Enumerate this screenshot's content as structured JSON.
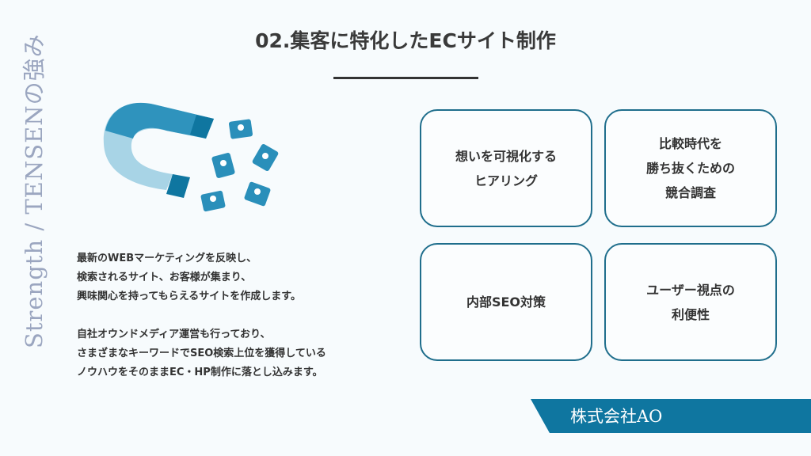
{
  "side_label": "Strength / TENSENの強み",
  "title": "02.集客に特化したECサイト制作",
  "body": {
    "paragraph1": [
      "最新のWEBマーケティングを反映し、",
      "検索されるサイト、お客様が集まり、",
      "興味関心を持ってもらえるサイトを作成します。"
    ],
    "paragraph2": [
      "自社オウンドメディア運営も行っており、",
      "さまざまなキーワードでSEO検索上位を獲得している",
      "ノウハウをそのままEC・HP制作に落とし込みます。"
    ]
  },
  "cards": [
    "想いを可視化する\nヒアリング",
    "比較時代を\n勝ち抜くための\n競合調査",
    "内部SEO対策",
    "ユーザー視点の\n利便性"
  ],
  "company": "株式会社AO",
  "colors": {
    "accent": "#0f76a0",
    "card_border": "#1f6e8c"
  }
}
